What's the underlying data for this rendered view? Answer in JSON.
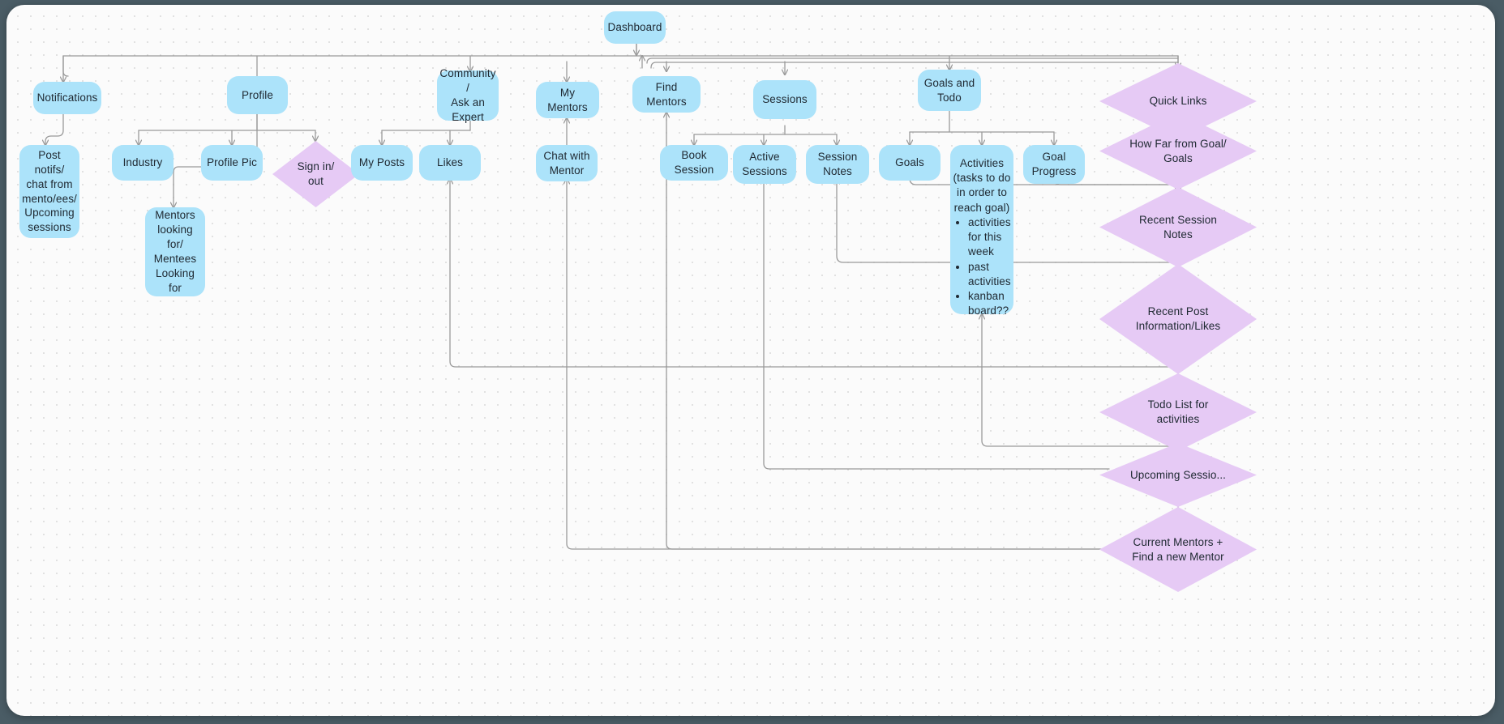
{
  "diagram": {
    "title": "Dashboard Sitemap Flowchart",
    "canvas_background": "#fbfbfb",
    "outer_background": "#4a5c65",
    "rect_fill": "#ace3fa",
    "diamond_fill": "#e6caf5",
    "edge_color": "#9a9a9a",
    "text_color": "#202a33"
  },
  "nodes": {
    "dashboard": {
      "label": "Dashboard",
      "shape": "rounded-rect"
    },
    "notifications": {
      "label": "Notifications",
      "shape": "rounded-rect"
    },
    "post_notifs": {
      "label": "Post notifs/\nchat from\nmento/ees/\nUpcoming\nsessions",
      "shape": "rounded-rect"
    },
    "profile": {
      "label": "Profile",
      "shape": "rounded-rect"
    },
    "industry": {
      "label": "Industry",
      "shape": "rounded-rect"
    },
    "profile_pic": {
      "label": "Profile Pic",
      "shape": "rounded-rect"
    },
    "mentors_looking": {
      "label": "Mentors\nlooking for/\nMentees\nLooking for",
      "shape": "rounded-rect"
    },
    "sign_in_out": {
      "label": "Sign in/\nout",
      "shape": "diamond"
    },
    "community": {
      "label": "Community /\nAsk an\nExpert",
      "shape": "rounded-rect"
    },
    "my_posts": {
      "label": "My Posts",
      "shape": "rounded-rect"
    },
    "likes": {
      "label": "Likes",
      "shape": "rounded-rect"
    },
    "my_mentors": {
      "label": "My Mentors",
      "shape": "rounded-rect"
    },
    "chat_with_mentor": {
      "label": "Chat with\nMentor",
      "shape": "rounded-rect"
    },
    "find_mentors": {
      "label": "Find Mentors",
      "shape": "rounded-rect"
    },
    "sessions": {
      "label": "Sessions",
      "shape": "rounded-rect"
    },
    "book_session": {
      "label": "Book Session",
      "shape": "rounded-rect"
    },
    "active_sessions": {
      "label": "Active\nSessions",
      "shape": "rounded-rect"
    },
    "session_notes": {
      "label": "Session\nNotes",
      "shape": "rounded-rect"
    },
    "goals_and_todo": {
      "label": "Goals and\nTodo",
      "shape": "rounded-rect"
    },
    "goals": {
      "label": "Goals",
      "shape": "rounded-rect"
    },
    "activities": {
      "heading": "Activities\n(tasks to do\nin order to\nreach goal)",
      "bullets": [
        "activities for this week",
        "past activities",
        "kanban board??"
      ],
      "shape": "rounded-rect"
    },
    "goal_progress": {
      "label": "Goal\nProgress",
      "shape": "rounded-rect"
    },
    "quick_links": {
      "label": "Quick Links",
      "shape": "diamond"
    },
    "how_far_goal": {
      "label": "How Far from Goal/\nGoals",
      "shape": "diamond"
    },
    "recent_session_notes": {
      "label": "Recent Session\nNotes",
      "shape": "diamond"
    },
    "recent_post_info": {
      "label": "Recent Post\nInformation/Likes",
      "shape": "diamond"
    },
    "todo_list": {
      "label": "Todo List for\nactivities",
      "shape": "diamond"
    },
    "upcoming_sessions": {
      "label": "Upcoming Sessio...",
      "shape": "diamond"
    },
    "current_mentors": {
      "label": "Current Mentors +\nFind a new Mentor",
      "shape": "diamond"
    }
  },
  "chart_data": {
    "type": "diagram",
    "title": "Dashboard Sitemap Flowchart",
    "node_labels": [
      "Dashboard",
      "Notifications",
      "Post notifs/ chat from mento/ees/ Upcoming sessions",
      "Profile",
      "Industry",
      "Profile Pic",
      "Mentors looking for/ Mentees Looking for",
      "Sign in/ out",
      "Community / Ask an Expert",
      "My Posts",
      "Likes",
      "My Mentors",
      "Chat with Mentor",
      "Find Mentors",
      "Sessions",
      "Book Session",
      "Active Sessions",
      "Session Notes",
      "Goals and Todo",
      "Goals",
      "Activities (tasks to do in order to reach goal)",
      "Goal Progress",
      "Quick Links",
      "How Far from Goal/ Goals",
      "Recent Session Notes",
      "Recent Post Information/Likes",
      "Todo List for activities",
      "Upcoming Sessio...",
      "Current Mentors + Find a new Mentor"
    ],
    "edges": [
      [
        "Dashboard",
        "Notifications"
      ],
      [
        "Dashboard",
        "Profile"
      ],
      [
        "Dashboard",
        "Community / Ask an Expert"
      ],
      [
        "Dashboard",
        "My Mentors"
      ],
      [
        "Dashboard",
        "Find Mentors"
      ],
      [
        "Dashboard",
        "Sessions"
      ],
      [
        "Dashboard",
        "Goals and Todo"
      ],
      [
        "Dashboard",
        "Quick Links"
      ],
      [
        "Notifications",
        "Post notifs/ chat from mento/ees/ Upcoming sessions"
      ],
      [
        "Profile",
        "Industry"
      ],
      [
        "Profile",
        "Profile Pic"
      ],
      [
        "Profile",
        "Sign in/ out"
      ],
      [
        "Profile Pic",
        "Mentors looking for/ Mentees Looking for"
      ],
      [
        "Community / Ask an Expert",
        "My Posts"
      ],
      [
        "Community / Ask an Expert",
        "Likes"
      ],
      [
        "Sessions",
        "Book Session"
      ],
      [
        "Sessions",
        "Active Sessions"
      ],
      [
        "Sessions",
        "Session Notes"
      ],
      [
        "Goals and Todo",
        "Goals"
      ],
      [
        "Goals and Todo",
        "Activities (tasks to do in order to reach goal)"
      ],
      [
        "Goals and Todo",
        "Goal Progress"
      ],
      [
        "How Far from Goal/ Goals",
        "Goals"
      ],
      [
        "How Far from Goal/ Goals",
        "Goal Progress"
      ],
      [
        "Recent Session Notes",
        "Session Notes"
      ],
      [
        "Recent Post Information/Likes",
        "Likes"
      ],
      [
        "Recent Post Information/Likes",
        "My Posts"
      ],
      [
        "Todo List for activities",
        "Activities (tasks to do in order to reach goal)"
      ],
      [
        "Upcoming Sessio...",
        "Active Sessions"
      ],
      [
        "Current Mentors + Find a new Mentor",
        "Chat with Mentor"
      ],
      [
        "Current Mentors + Find a new Mentor",
        "Find Mentors"
      ],
      [
        "Chat with Mentor",
        "My Mentors"
      ]
    ]
  }
}
